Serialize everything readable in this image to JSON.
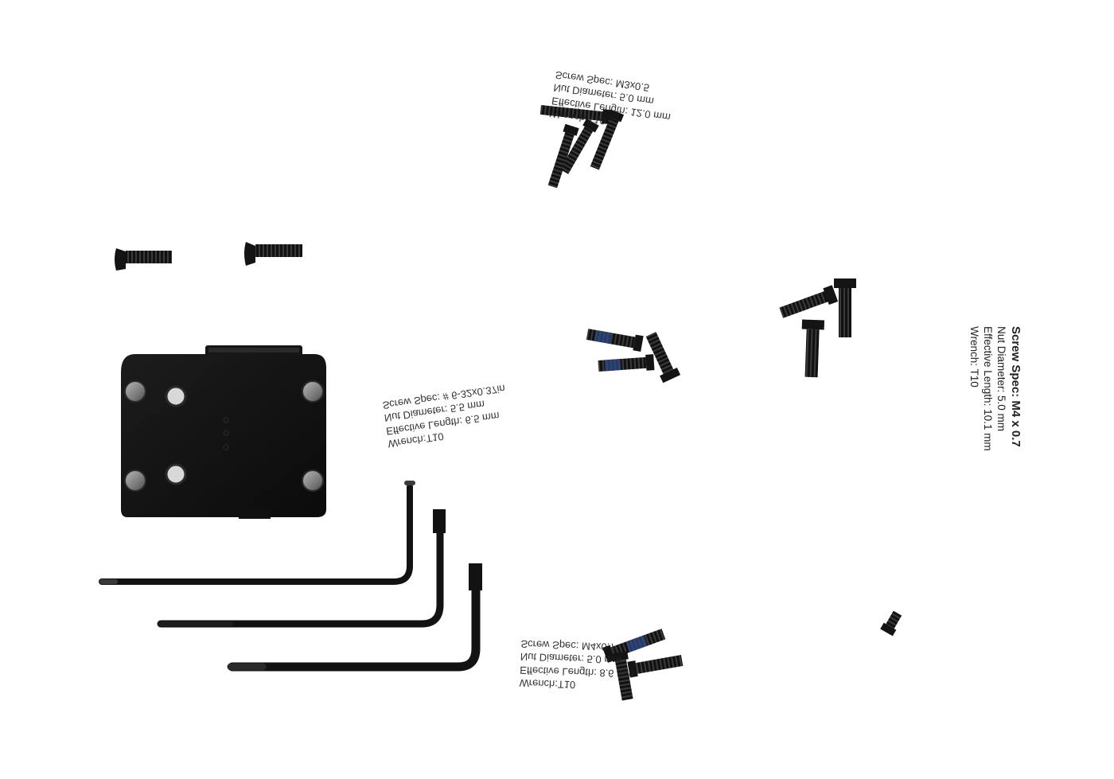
{
  "labels": {
    "top_cluster": {
      "wrench": "Wrench:T10",
      "length": "Effective Length: 12.0 mm",
      "diameter": "Nut Diameter: 5.0 mm",
      "spec": "Screw Spec: M3x0.5"
    },
    "middle_cluster": {
      "wrench": "Wrench:T10",
      "length": "Effective Length: 6.5 mm",
      "diameter": "Nut Diameter: 5.5 mm",
      "spec": "Screw Spec: # 6-32x0.37in"
    },
    "bottom_cluster": {
      "wrench": "Wrench:T10",
      "length": "Effective Length: 8.6 mm",
      "diameter": "Nut Diameter: 5.0 mm",
      "spec": "Screw Spec: M4x0.7"
    },
    "right_spec": {
      "spec": "Screw Spec: M4 x 0.7",
      "diameter": "Nut Diameter: 5.0 mm",
      "length": "Effective Length: 10.1 mm",
      "wrench": "Wrench: T10"
    }
  },
  "colors": {
    "background": "#ffffff",
    "metal": "#151515",
    "pin": "#8a8a8a",
    "threadlock": "#2d4c8a"
  }
}
